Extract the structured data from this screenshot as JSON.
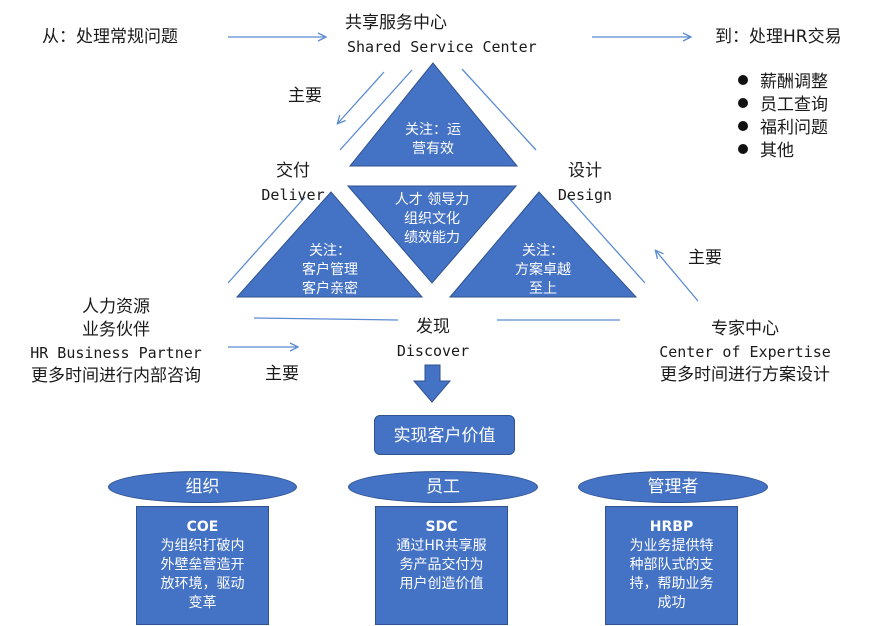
{
  "colors": {
    "fill": "#4472c4",
    "border": "#2f528f",
    "arrow": "#5b8bd0"
  },
  "header": {
    "from_label": "从：处理常规问题",
    "ssc_cn": "共享服务中心",
    "ssc_en": "Shared Service Center",
    "to_label": "到：处理HR交易"
  },
  "hr_transactions": [
    "薪酬调整",
    "员工查询",
    "福利问题",
    "其他"
  ],
  "main_label": "主要",
  "nodes": {
    "deliver_cn": "交付",
    "deliver_en": "Deliver",
    "design_cn": "设计",
    "design_en": "Design",
    "discover_cn": "发现",
    "discover_en": "Discover"
  },
  "triangles": {
    "top_line1": "关注：运",
    "top_line2": "营有效",
    "center_line1": "人才 领导力",
    "center_line2": "组织文化",
    "center_line3": "绩效能力",
    "left_line1": "关注：",
    "left_line2": "客户管理",
    "left_line3": "客户亲密",
    "right_line1": "关注：",
    "right_line2": "方案卓越",
    "right_line3": "至上"
  },
  "hrbp": {
    "line1": "人力资源",
    "line2": "业务伙伴",
    "line3": "HR Business Partner",
    "line4": "更多时间进行内部咨询"
  },
  "coe": {
    "line1": "专家中心",
    "line2": "Center of Expertise",
    "line3": "更多时间进行方案设计"
  },
  "value_label": "实现客户价值",
  "groups": [
    {
      "ellipse": "组织",
      "title": "COE",
      "desc": "为组织打破内\n外壁垒营造开\n放环境，驱动\n变革"
    },
    {
      "ellipse": "员工",
      "title": "SDC",
      "desc": "通过HR共享服\n务产品交付为\n用户创造价值"
    },
    {
      "ellipse": "管理者",
      "title": "HRBP",
      "desc": "为业务提供特\n种部队式的支\n持，帮助业务\n成功"
    }
  ]
}
